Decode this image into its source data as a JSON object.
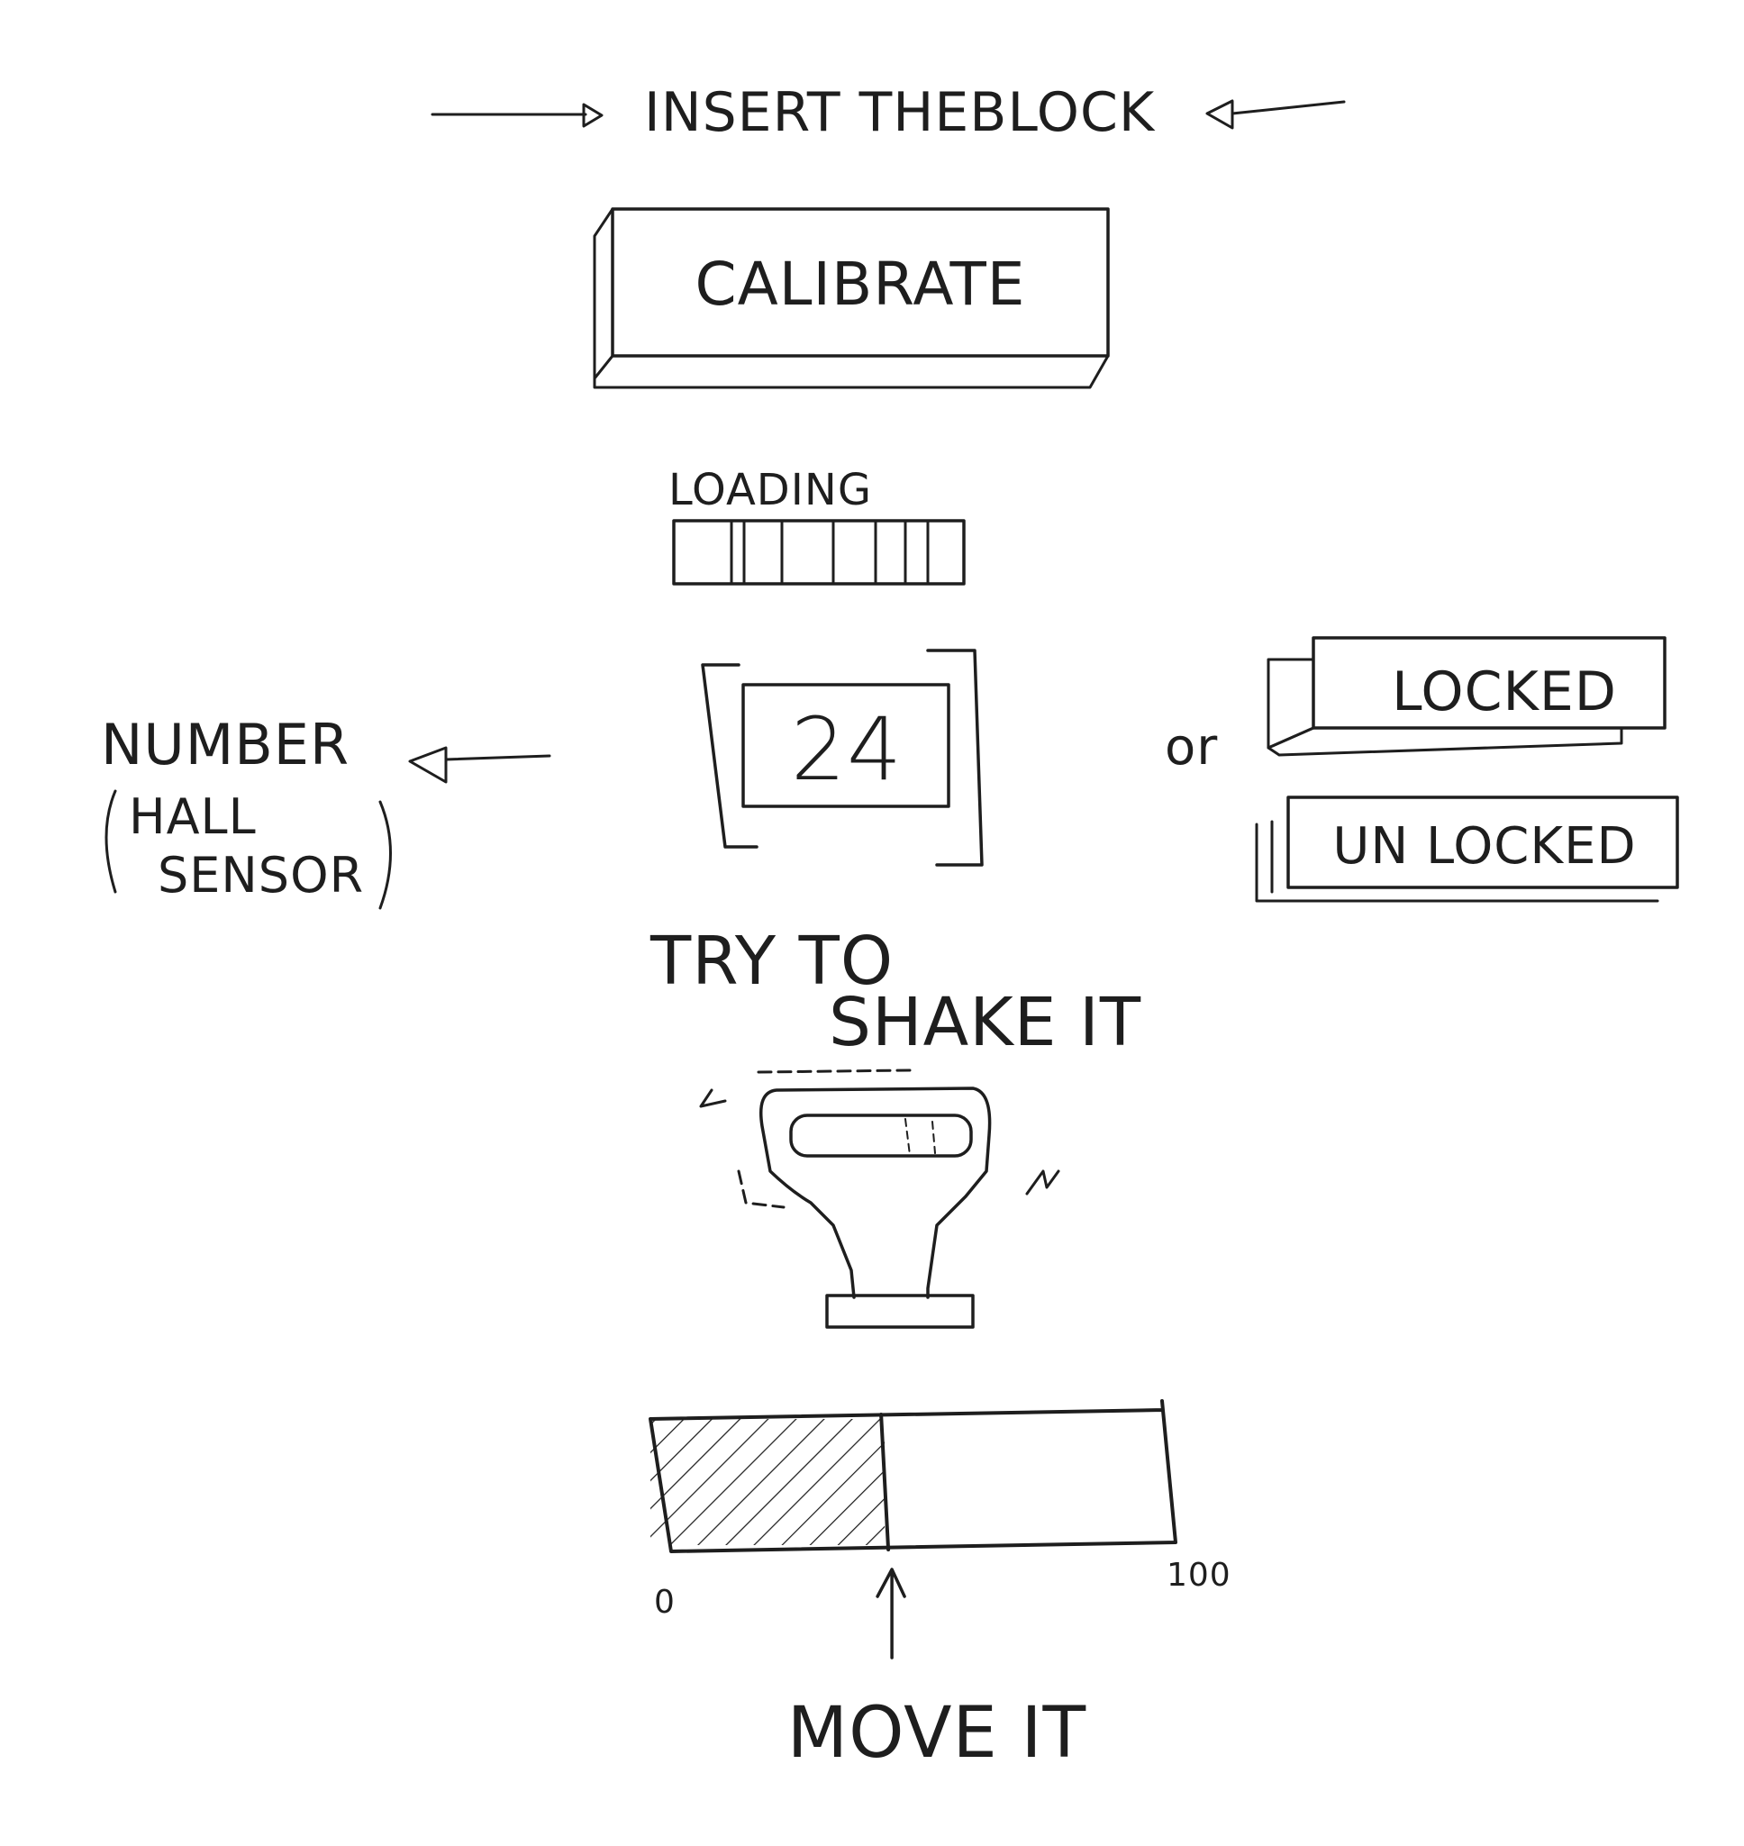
{
  "header": {
    "text": "INSERT THEBLOCK"
  },
  "calibrate": {
    "label": "CALIBRATE"
  },
  "loading": {
    "label": "LOADING"
  },
  "counter": {
    "value": "24"
  },
  "annotation": {
    "line1": "NUMBER",
    "line2": "HALL",
    "line3": "SENSOR"
  },
  "connector": {
    "text": "or"
  },
  "status": {
    "locked": "LOCKED",
    "unlocked": "UN LOCKED"
  },
  "shake": {
    "line1": "TRY TO",
    "line2": "SHAKE IT"
  },
  "slider": {
    "min_label": "0",
    "max_label": "100",
    "value": 45,
    "caption": "MOVE IT"
  }
}
